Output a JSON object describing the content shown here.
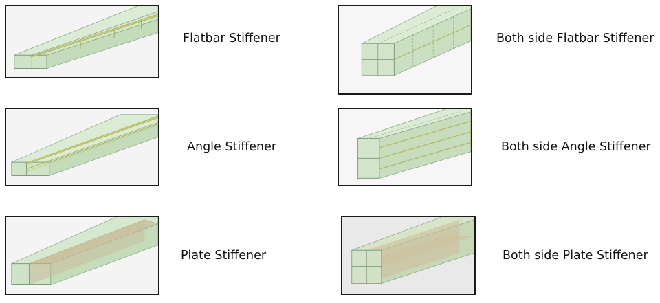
{
  "items": [
    {
      "label": "Flatbar Stiffener"
    },
    {
      "label": "Both side Flatbar Stiffener"
    },
    {
      "label": "Angle Stiffener"
    },
    {
      "label": "Both side Angle Stiffener"
    },
    {
      "label": "Plate Stiffener"
    },
    {
      "label": "Both side Plate Stiffener"
    }
  ],
  "colors": {
    "box_fill": "#cfe3c6",
    "box_stroke": "#8aa98a",
    "stiffener": "#c8cc78",
    "plate_stiffener": "#cdbf9c",
    "panel_border": "#1a1a1a"
  }
}
